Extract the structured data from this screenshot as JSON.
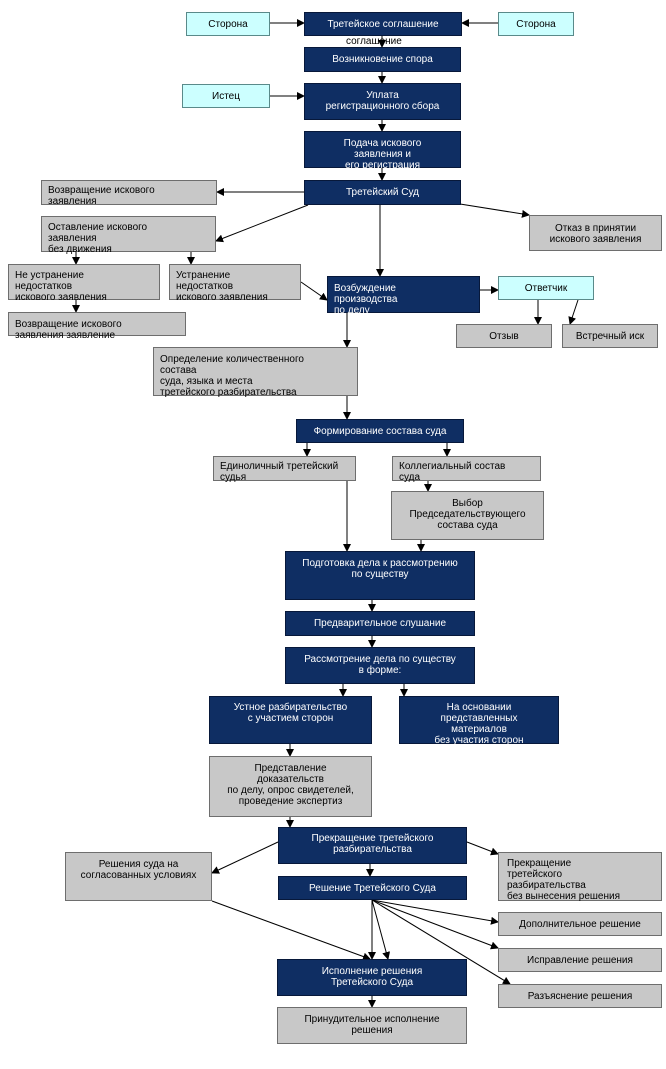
{
  "nodes": {
    "party_left": "Сторона",
    "party_right": "Сторона",
    "agreement": "Третейское соглашение",
    "agreement_overflow": "соглашение",
    "dispute": "Возникновение спора",
    "plaintiff": "Истец",
    "fee": "Уплата\nрегистрационного сбора",
    "claim_filing": "Подача искового\nзаявления и\nего регистрация",
    "court": "Третейский Суд",
    "return_claim": "Возвращение искового\nзаявления",
    "leave_claim": "Оставление искового\nзаявления\n           без движения",
    "refusal": "Отказ в принятии\nискового заявления",
    "no_fix": "Не устранение\nнедостатков\n       искового заявления",
    "fix": "Устранение\nнедостатков\n       искового заявления",
    "return_claim2": "Возвращение искового\nзаявления заявление",
    "proceedings": "Возбуждение\nпроизводства\n                по делу",
    "respondent": "Ответчик",
    "response": "Отзыв",
    "counterclaim": "Встречный иск",
    "composition_def": "Определение количественного\nсостава\n           суда, языка и места\n     третейского разбирательства",
    "formation": "Формирование состава суда",
    "sole": "Единоличный третейский\nсудья",
    "collegial": "Коллегиальный состав\nсуда",
    "chair": "Выбор\nПредседательствующего\nсостава суда",
    "preparation": "Подготовка дела к рассмотрению\nпо существу",
    "preliminary": "Предварительное слушание",
    "merits": "Рассмотрение дела по существу\nв форме:",
    "oral": "Устное разбирательство\nс участием сторон",
    "written": "На основании\nпредставленных\nматериалов\nбез участия сторон",
    "evidence": "Представление\nдоказательств\nпо делу, опрос свидетелей,\nпроведение экспертиз",
    "termination": "Прекращение третейского\nразбирательства",
    "settlement": "Решения суда на\nсогласованных условиях",
    "termination_no_decision": "Прекращение\nтретейского\nразбирательства\n           без вынесения решения",
    "decision": "Решение Третейского Суда",
    "additional": "Дополнительное решение",
    "correction": "Исправление решения",
    "clarification": "Разъяснение решения",
    "execution": "Исполнение решения\nТретейского Суда",
    "enforced": "Принудительное исполнение\nрешения"
  },
  "colors": {
    "dark_box": "#0f2e63",
    "gray_box": "#c8c8c8",
    "cyan_box": "#ccffff"
  }
}
